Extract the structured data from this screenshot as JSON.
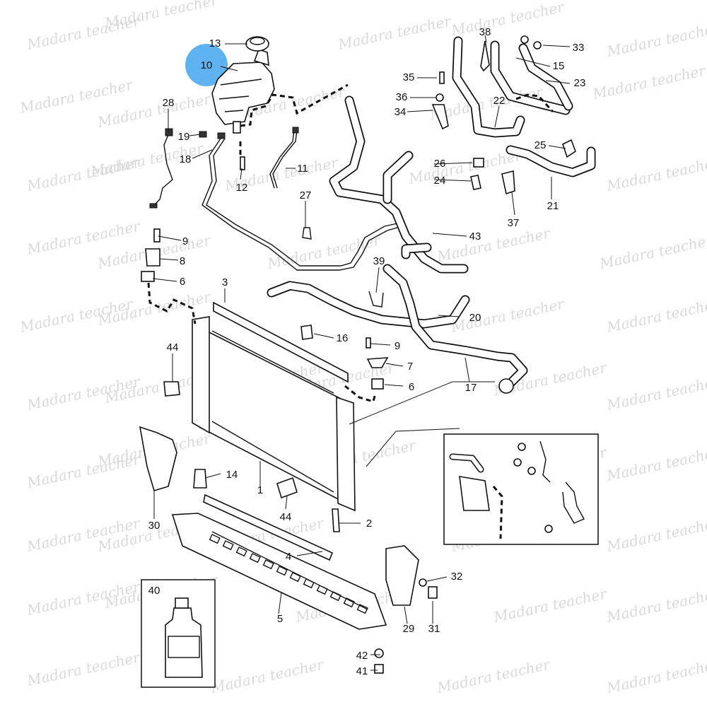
{
  "watermark": "Madara teacher",
  "highlight": {
    "label": "10",
    "color": "#5fb3f0"
  },
  "parts": [
    {
      "id": "1",
      "label": "1"
    },
    {
      "id": "2",
      "label": "2"
    },
    {
      "id": "3",
      "label": "3"
    },
    {
      "id": "4",
      "label": "4"
    },
    {
      "id": "5",
      "label": "5"
    },
    {
      "id": "6a",
      "label": "6"
    },
    {
      "id": "6b",
      "label": "6"
    },
    {
      "id": "7",
      "label": "7"
    },
    {
      "id": "8",
      "label": "8"
    },
    {
      "id": "9a",
      "label": "9"
    },
    {
      "id": "9b",
      "label": "9"
    },
    {
      "id": "10",
      "label": "10"
    },
    {
      "id": "11",
      "label": "11"
    },
    {
      "id": "12",
      "label": "12"
    },
    {
      "id": "13",
      "label": "13"
    },
    {
      "id": "14",
      "label": "14"
    },
    {
      "id": "15",
      "label": "15"
    },
    {
      "id": "16",
      "label": "16"
    },
    {
      "id": "17",
      "label": "17"
    },
    {
      "id": "18",
      "label": "18"
    },
    {
      "id": "19",
      "label": "19"
    },
    {
      "id": "20",
      "label": "20"
    },
    {
      "id": "21",
      "label": "21"
    },
    {
      "id": "22",
      "label": "22"
    },
    {
      "id": "23",
      "label": "23"
    },
    {
      "id": "24",
      "label": "24"
    },
    {
      "id": "25",
      "label": "25"
    },
    {
      "id": "26",
      "label": "26"
    },
    {
      "id": "27",
      "label": "27"
    },
    {
      "id": "28",
      "label": "28"
    },
    {
      "id": "29",
      "label": "29"
    },
    {
      "id": "30",
      "label": "30"
    },
    {
      "id": "31",
      "label": "31"
    },
    {
      "id": "32",
      "label": "32"
    },
    {
      "id": "33",
      "label": "33"
    },
    {
      "id": "34",
      "label": "34"
    },
    {
      "id": "35",
      "label": "35"
    },
    {
      "id": "36",
      "label": "36"
    },
    {
      "id": "37",
      "label": "37"
    },
    {
      "id": "38",
      "label": "38"
    },
    {
      "id": "39",
      "label": "39"
    },
    {
      "id": "40",
      "label": "40"
    },
    {
      "id": "41",
      "label": "41"
    },
    {
      "id": "42",
      "label": "42"
    },
    {
      "id": "43",
      "label": "43"
    },
    {
      "id": "44a",
      "label": "44"
    },
    {
      "id": "44b",
      "label": "44"
    }
  ]
}
